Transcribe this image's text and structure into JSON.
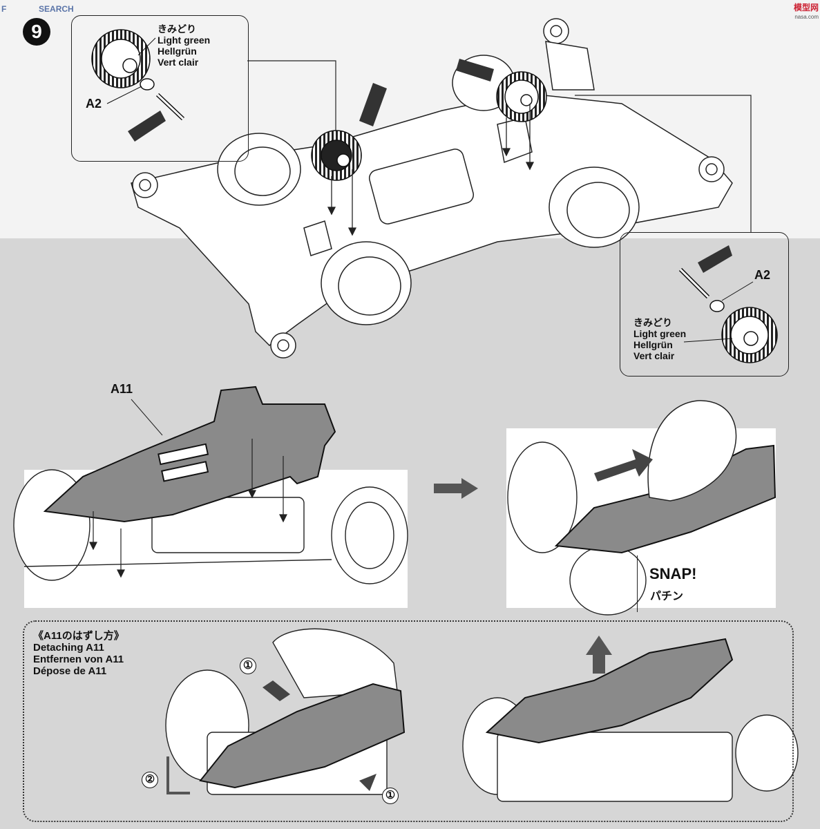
{
  "watermark": {
    "left_text": "F",
    "site": "SEARCH",
    "brand": "模型网",
    "url": "nasa.com"
  },
  "step": {
    "number": "9"
  },
  "callout_top": {
    "color_jp": "きみどり",
    "color_en": "Light green",
    "color_de": "Hellgrün",
    "color_fr": "Vert clair",
    "part": "A2"
  },
  "callout_right": {
    "part": "A2",
    "color_jp": "きみどり",
    "color_en": "Light green",
    "color_de": "Hellgrün",
    "color_fr": "Vert clair"
  },
  "body_part": "A11",
  "snap": {
    "label": "SNAP!",
    "label_jp": "パチン"
  },
  "detach": {
    "title_jp": "《A11のはずし方》",
    "title_en": "Detaching A11",
    "title_de": "Entfernen von A11",
    "title_fr": "Dépose de A11",
    "steps": [
      "①",
      "②",
      "①"
    ]
  },
  "colors": {
    "ink": "#111111",
    "paper": "#f3f3f3",
    "shade": "#d6d6d6",
    "part_gray": "#8a8a8a"
  }
}
